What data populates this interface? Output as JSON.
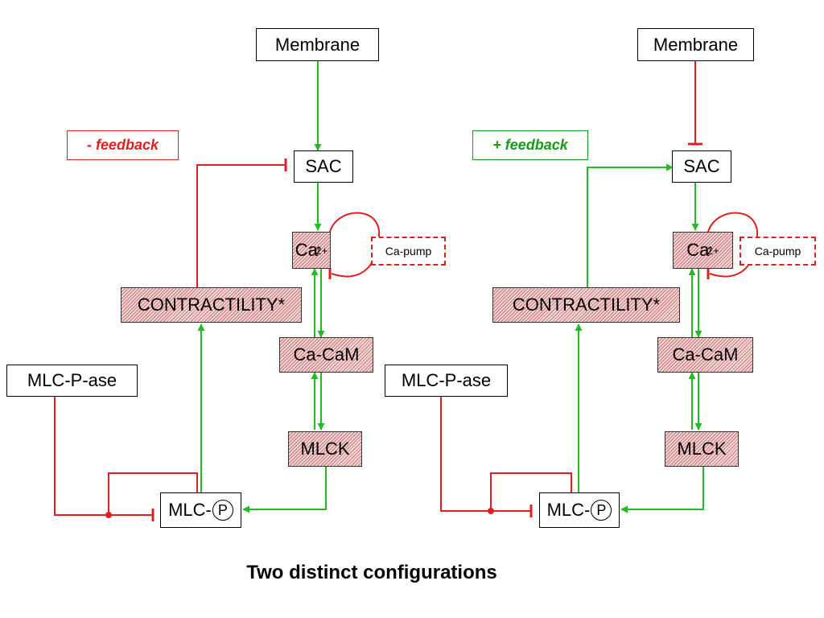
{
  "caption": "Two distinct configurations",
  "configurations": [
    {
      "feedback_label": "- feedback",
      "membrane": "Membrane",
      "sac": "SAC",
      "ca_main": "Ca",
      "ca_sub": "i",
      "ca_sup": "2+",
      "ca_pump": "Ca-pump",
      "contractility": "CONTRACTILITY*",
      "ca_cam": "Ca-CaM",
      "mlck": "MLCK",
      "mlc_p_ase": "MLC-P-ase",
      "mlc": "MLC-",
      "phospho": "P"
    },
    {
      "feedback_label": "+ feedback",
      "membrane": "Membrane",
      "sac": "SAC",
      "ca_main": "Ca",
      "ca_sub": "i",
      "ca_sup": "2+",
      "ca_pump": "Ca-pump",
      "contractility": "CONTRACTILITY*",
      "ca_cam": "Ca-CaM",
      "mlck": "MLCK",
      "mlc_p_ase": "MLC-P-ase",
      "mlc": "MLC-",
      "phospho": "P"
    }
  ],
  "colors": {
    "activation": "#22bb22",
    "inhibition": "#e02020"
  }
}
